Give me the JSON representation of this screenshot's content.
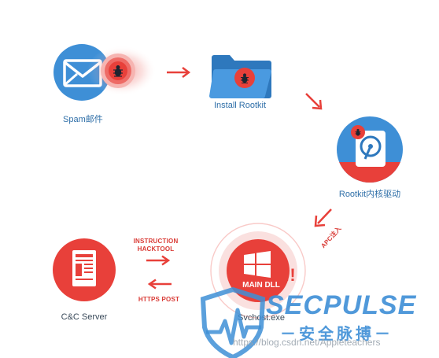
{
  "nodes": {
    "spam": {
      "label": "Spam邮件"
    },
    "rootkit": {
      "label": "Install Rootkit"
    },
    "driver": {
      "label": "Rootkit内核驱动"
    },
    "svchost": {
      "center_label": "MAIN DLL",
      "label": "Svchost.exe"
    },
    "server": {
      "label": "C&C Server"
    }
  },
  "arrows": {
    "apc": "APC注入",
    "instruction": "INSTRUCTION",
    "hacktool": "HACKTOOL",
    "https": "HTTPS POST"
  },
  "watermark": {
    "logo": "SECPULSE",
    "subtitle": "－安全脉搏－",
    "url": "https://blog.csdn.net/Appleteachers"
  },
  "colors": {
    "blue": "#3e8fd6",
    "red": "#e8403a",
    "dark_red": "#c9302c",
    "label_blue": "#2f6fa8"
  }
}
